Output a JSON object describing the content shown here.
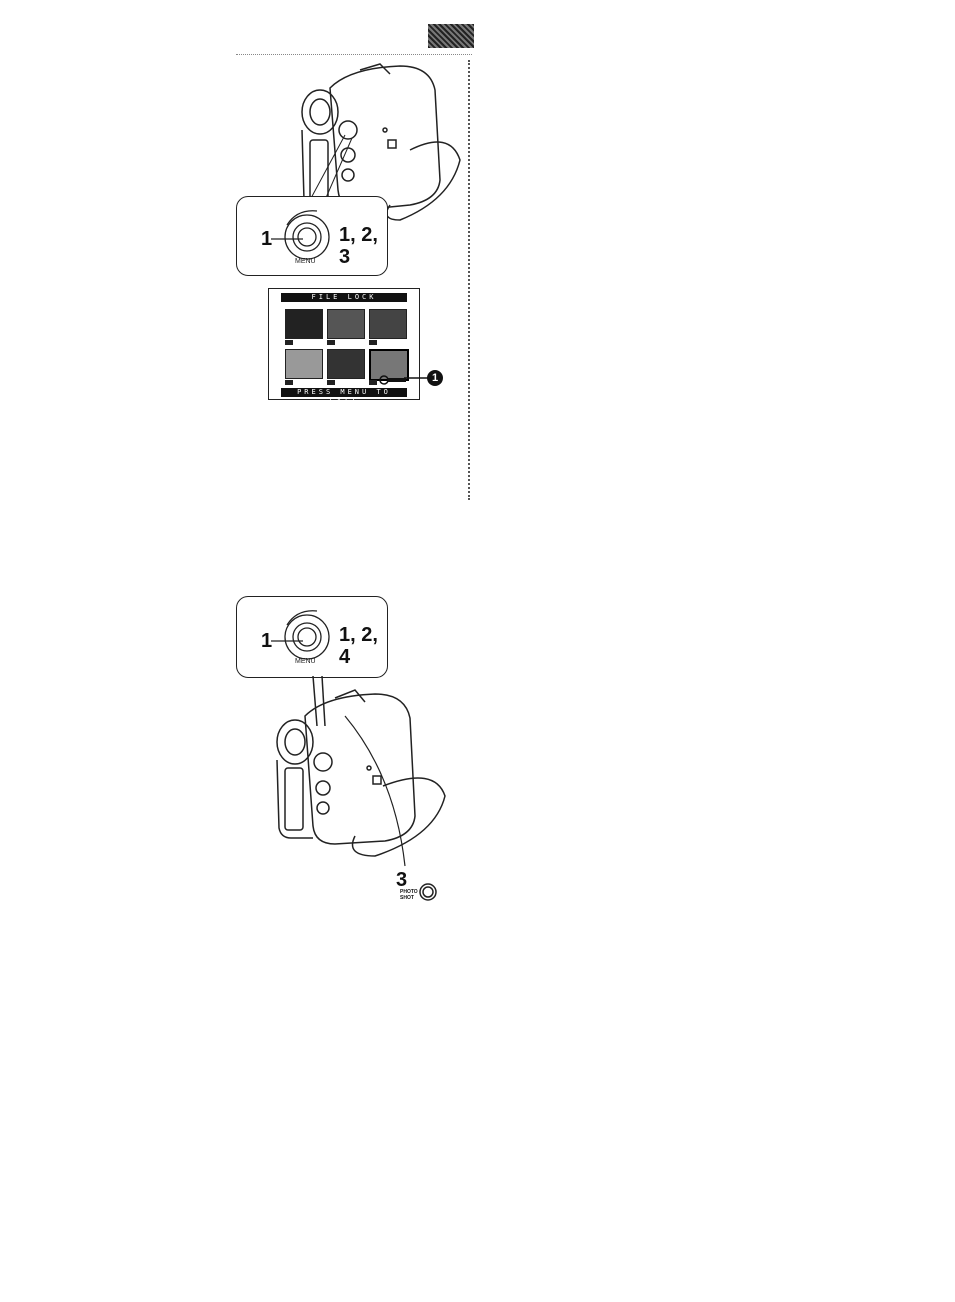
{
  "diagram_top": {
    "callout": {
      "label_left": "1",
      "label_right_line1": "1, 2,",
      "label_right_line2": "3",
      "dial_label": "MENU"
    }
  },
  "screen": {
    "title": "FILE LOCK",
    "footer": "PRESS MENU TO EXIT",
    "marker": "1"
  },
  "diagram_bottom": {
    "callout": {
      "label_left": "1",
      "label_right_line1": "1, 2,",
      "label_right_line2": "4",
      "dial_label": "MENU"
    },
    "step_label": "3",
    "button_label_line1": "PHOTO",
    "button_label_line2": "SHOT"
  }
}
